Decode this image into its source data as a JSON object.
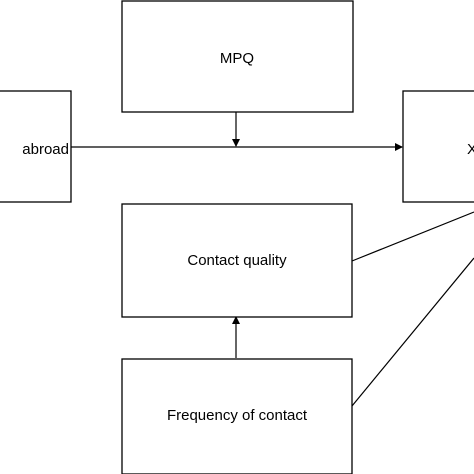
{
  "diagram": {
    "nodes": {
      "mpq": {
        "label": "MPQ"
      },
      "abroad": {
        "label": "abroad"
      },
      "outcome": {
        "label": "X"
      },
      "contact_quality": {
        "label": "Contact quality"
      },
      "frequency_of_contact": {
        "label": "Frequency of contact"
      }
    }
  }
}
